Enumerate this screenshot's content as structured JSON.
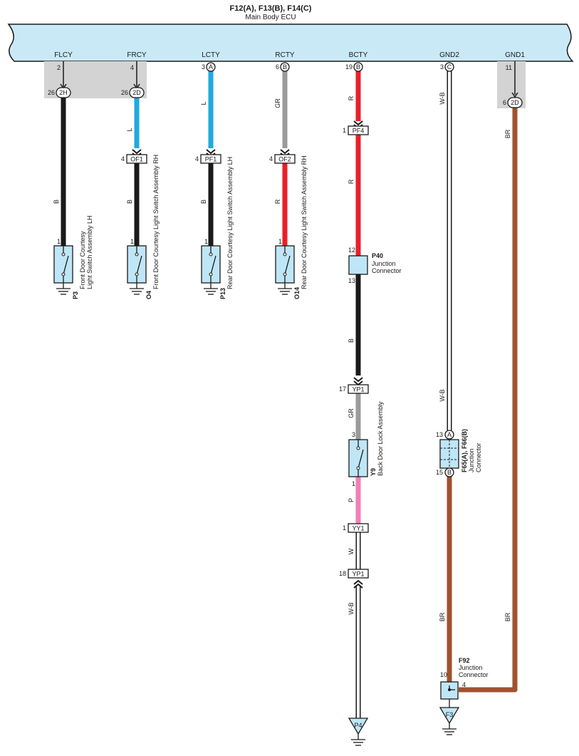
{
  "ecu": {
    "title": "F12(A), F13(B), F14(C)",
    "subtitle": "Main Body ECU"
  },
  "colors": {
    "ecu_fill": "#c9e9f7",
    "part_fill": "#bfe6f6",
    "shade": "#d3d3d3",
    "outline": "#1a1a1a",
    "B": "#1a1a1a",
    "L": "#1fa9e1",
    "GR": "#9b9b9b",
    "R": "#e8202a",
    "P": "#f27fb7",
    "W": "#ffffff",
    "BR": "#a0522d"
  },
  "circuits": [
    {
      "signal": "FLCY",
      "ecu_pin": "2",
      "ecu_badge": "",
      "shaded": true,
      "mid_pin": "26",
      "mid_badge": "2H",
      "wire_top": "B",
      "switch_pin": "1",
      "switch_code": "P3",
      "switch_name": "Front Door Courtesy",
      "switch_name2": "Light Switch Assembly LH"
    },
    {
      "signal": "FRCY",
      "ecu_pin": "4",
      "ecu_badge": "",
      "shaded": true,
      "mid_pin": "26",
      "mid_badge": "2D",
      "wire_top": "L",
      "conn_pin": "4",
      "conn_label": "OF1",
      "wire_bottom": "B",
      "switch_pin": "1",
      "switch_code": "O4",
      "switch_name": "Front Door Courtesy Light Switch Assembly RH",
      "switch_name2": ""
    },
    {
      "signal": "LCTY",
      "ecu_pin": "3",
      "ecu_badge": "A",
      "shaded": false,
      "wire_top": "L",
      "conn_pin": "4",
      "conn_label": "PF1",
      "wire_bottom": "B",
      "switch_pin": "1",
      "switch_code": "P13",
      "switch_name": "Rear Door Courtesy Light Switch Assembly LH",
      "switch_name2": ""
    },
    {
      "signal": "RCTY",
      "ecu_pin": "6",
      "ecu_badge": "B",
      "shaded": false,
      "wire_top": "GR",
      "conn_pin": "4",
      "conn_label": "OF2",
      "wire_bottom": "R",
      "switch_pin": "1",
      "switch_code": "O14",
      "switch_name": "Rear Door Courtesy Light Switch Assembly RH",
      "switch_name2": ""
    },
    {
      "signal": "BCTY",
      "ecu_pin": "19",
      "ecu_badge": "B",
      "shaded": false
    },
    {
      "signal": "GND2",
      "ecu_pin": "3",
      "ecu_badge": "C",
      "shaded": false
    },
    {
      "signal": "GND1",
      "ecu_pin": "11",
      "ecu_badge": "",
      "shaded": true,
      "mid_pin": "6",
      "mid_badge": "2D"
    }
  ],
  "bcty_chain": {
    "wire1": "R",
    "pf4_pin": "1",
    "pf4_label": "PF4",
    "wire2": "R",
    "p40_in_pin": "12",
    "p40_out_pin": "13",
    "p40_code": "P40",
    "p40_name": "Junction",
    "p40_name2": "Connector",
    "wire3": "B",
    "yp1_pin": "17",
    "yp1_label": "YP1",
    "wire4": "GR",
    "y9_in_pin": "3",
    "y9_out_pin": "1",
    "y9_code": "Y9",
    "y9_name": "Back Door Lock Assembly",
    "wire5": "P",
    "yy1_pin": "1",
    "yy1_label": "YY1",
    "wire6": "W",
    "yp1b_pin": "18",
    "yp1b_label": "YP1",
    "wire7": "W-B",
    "ground_label": "P4"
  },
  "gnd2_chain": {
    "wire1": "W-B",
    "wire1b": "W-B",
    "f65_in_pin": "13",
    "f65_in_badge": "A",
    "f65_out_pin": "15",
    "f65_out_badge": "B",
    "f65_code": "F65(A), F66(B)",
    "f65_name": "Junction",
    "f65_name2": "Connector",
    "wire2": "BR"
  },
  "gnd1_chain": {
    "wire1": "BR",
    "wire2": "BR"
  },
  "f92": {
    "code": "F92",
    "name": "Junction",
    "name2": "Connector",
    "pin_left": "10",
    "pin_right": "4",
    "ground_label": "F3"
  }
}
